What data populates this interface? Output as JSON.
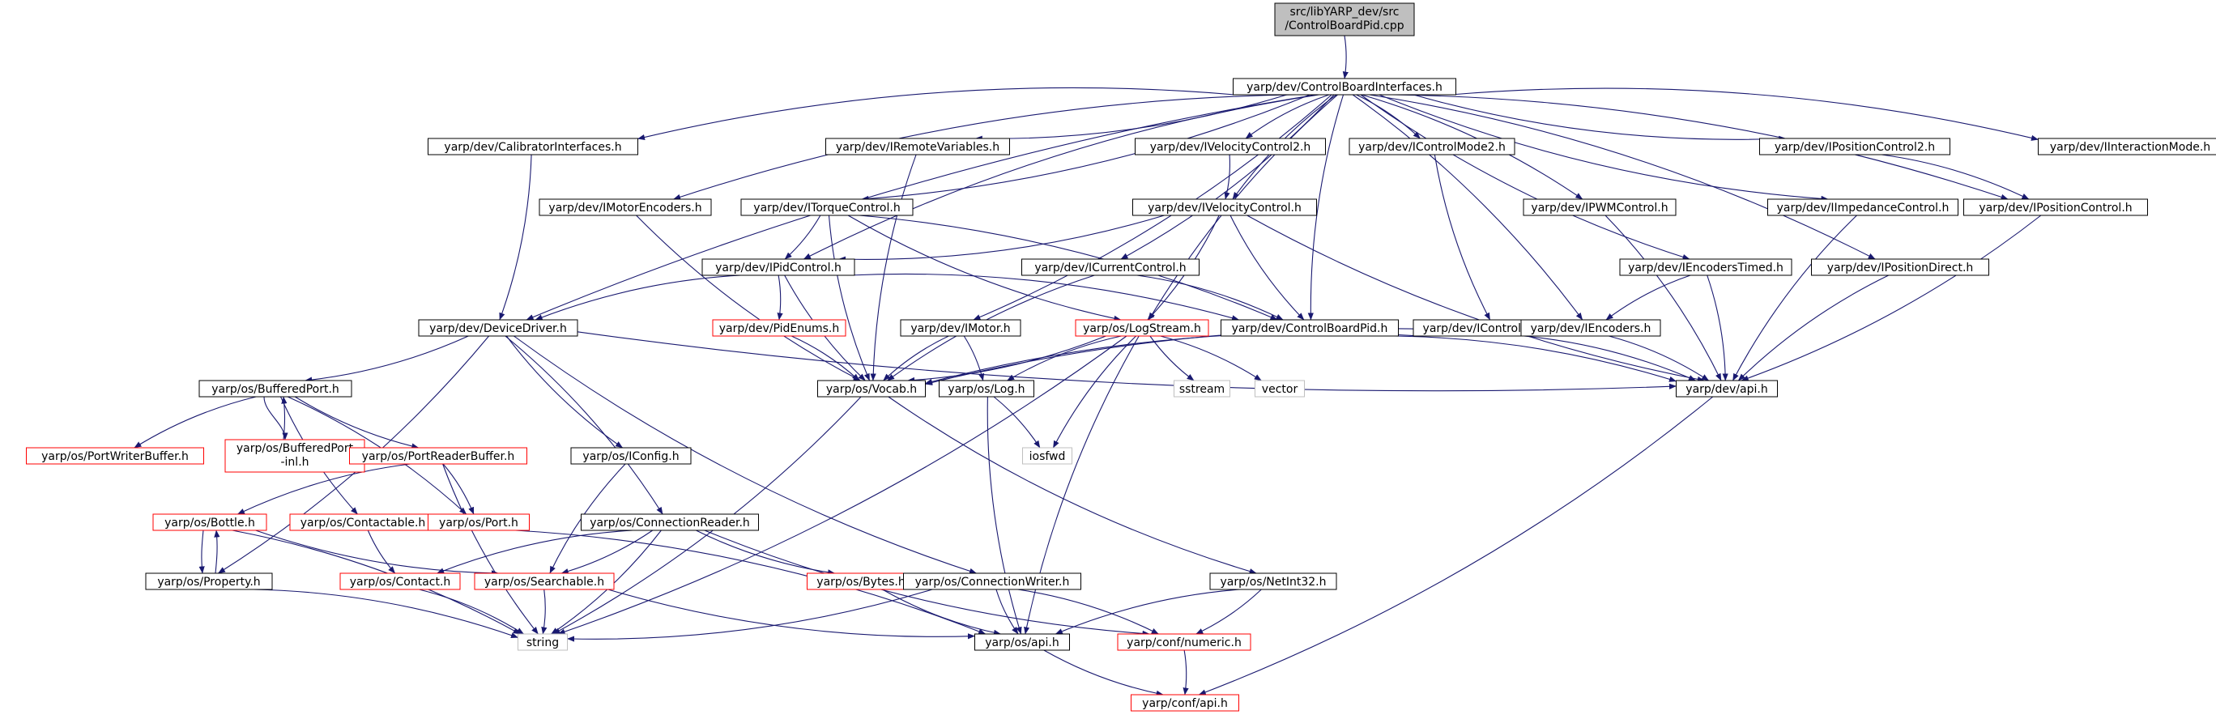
{
  "colors": {
    "edge": "#191970",
    "box_black": "#000000",
    "box_red": "#ff0000",
    "box_grey": "#bfbfbf",
    "root_fill": "#bfbfbf"
  },
  "nodes": [
    {
      "id": "root",
      "lines": [
        "src/libYARP_dev/src",
        "/ControlBoardPid.cpp"
      ],
      "style": "root"
    },
    {
      "id": "cbi",
      "lines": [
        "yarp/dev/ControlBoardInterfaces.h"
      ],
      "style": "black"
    },
    {
      "id": "calib",
      "lines": [
        "yarp/dev/CalibratorInterfaces.h"
      ],
      "style": "black"
    },
    {
      "id": "remvar",
      "lines": [
        "yarp/dev/IRemoteVariables.h"
      ],
      "style": "black"
    },
    {
      "id": "ivel2",
      "lines": [
        "yarp/dev/IVelocityControl2.h"
      ],
      "style": "black"
    },
    {
      "id": "icm2",
      "lines": [
        "yarp/dev/IControlMode2.h"
      ],
      "style": "black"
    },
    {
      "id": "ipos2",
      "lines": [
        "yarp/dev/IPositionControl2.h"
      ],
      "style": "black"
    },
    {
      "id": "iint",
      "lines": [
        "yarp/dev/IInteractionMode.h"
      ],
      "style": "black"
    },
    {
      "id": "imenc",
      "lines": [
        "yarp/dev/IMotorEncoders.h"
      ],
      "style": "black"
    },
    {
      "id": "itorque",
      "lines": [
        "yarp/dev/ITorqueControl.h"
      ],
      "style": "black"
    },
    {
      "id": "ivel",
      "lines": [
        "yarp/dev/IVelocityControl.h"
      ],
      "style": "black"
    },
    {
      "id": "ipwm",
      "lines": [
        "yarp/dev/IPWMControl.h"
      ],
      "style": "black"
    },
    {
      "id": "iimp",
      "lines": [
        "yarp/dev/IImpedanceControl.h"
      ],
      "style": "black"
    },
    {
      "id": "ipos",
      "lines": [
        "yarp/dev/IPositionControl.h"
      ],
      "style": "black"
    },
    {
      "id": "ipid",
      "lines": [
        "yarp/dev/IPidControl.h"
      ],
      "style": "black"
    },
    {
      "id": "icur",
      "lines": [
        "yarp/dev/ICurrentControl.h"
      ],
      "style": "black"
    },
    {
      "id": "ienct",
      "lines": [
        "yarp/dev/IEncodersTimed.h"
      ],
      "style": "black"
    },
    {
      "id": "iposd",
      "lines": [
        "yarp/dev/IPositionDirect.h"
      ],
      "style": "black"
    },
    {
      "id": "devdrv",
      "lines": [
        "yarp/dev/DeviceDriver.h"
      ],
      "style": "black"
    },
    {
      "id": "pidenum",
      "lines": [
        "yarp/dev/PidEnums.h"
      ],
      "style": "red"
    },
    {
      "id": "imotor",
      "lines": [
        "yarp/dev/IMotor.h"
      ],
      "style": "black"
    },
    {
      "id": "logstream",
      "lines": [
        "yarp/os/LogStream.h"
      ],
      "style": "red"
    },
    {
      "id": "cbpid",
      "lines": [
        "yarp/dev/ControlBoardPid.h"
      ],
      "style": "black"
    },
    {
      "id": "icm",
      "lines": [
        "yarp/dev/IControlMode.h"
      ],
      "style": "black"
    },
    {
      "id": "ienc",
      "lines": [
        "yarp/dev/IEncoders.h"
      ],
      "style": "black"
    },
    {
      "id": "bport",
      "lines": [
        "yarp/os/BufferedPort.h"
      ],
      "style": "black"
    },
    {
      "id": "vocab",
      "lines": [
        "yarp/os/Vocab.h"
      ],
      "style": "black"
    },
    {
      "id": "log",
      "lines": [
        "yarp/os/Log.h"
      ],
      "style": "black"
    },
    {
      "id": "sstream",
      "lines": [
        "sstream"
      ],
      "style": "grey"
    },
    {
      "id": "vector",
      "lines": [
        "vector"
      ],
      "style": "grey"
    },
    {
      "id": "devapi",
      "lines": [
        "yarp/dev/api.h"
      ],
      "style": "black"
    },
    {
      "id": "pwb",
      "lines": [
        "yarp/os/PortWriterBuffer.h"
      ],
      "style": "red"
    },
    {
      "id": "bpinl",
      "lines": [
        "yarp/os/BufferedPort",
        "-inl.h"
      ],
      "style": "red"
    },
    {
      "id": "prb",
      "lines": [
        "yarp/os/PortReaderBuffer.h"
      ],
      "style": "red"
    },
    {
      "id": "iconfig",
      "lines": [
        "yarp/os/IConfig.h"
      ],
      "style": "black"
    },
    {
      "id": "iosfwd",
      "lines": [
        "iosfwd"
      ],
      "style": "grey"
    },
    {
      "id": "bottle",
      "lines": [
        "yarp/os/Bottle.h"
      ],
      "style": "red"
    },
    {
      "id": "contactable",
      "lines": [
        "yarp/os/Contactable.h"
      ],
      "style": "red"
    },
    {
      "id": "port",
      "lines": [
        "yarp/os/Port.h"
      ],
      "style": "red"
    },
    {
      "id": "connreader",
      "lines": [
        "yarp/os/ConnectionReader.h"
      ],
      "style": "black"
    },
    {
      "id": "property",
      "lines": [
        "yarp/os/Property.h"
      ],
      "style": "black"
    },
    {
      "id": "contact",
      "lines": [
        "yarp/os/Contact.h"
      ],
      "style": "red"
    },
    {
      "id": "searchable",
      "lines": [
        "yarp/os/Searchable.h"
      ],
      "style": "red"
    },
    {
      "id": "bytes",
      "lines": [
        "yarp/os/Bytes.h"
      ],
      "style": "red"
    },
    {
      "id": "connwriter",
      "lines": [
        "yarp/os/ConnectionWriter.h"
      ],
      "style": "black"
    },
    {
      "id": "netint32",
      "lines": [
        "yarp/os/NetInt32.h"
      ],
      "style": "black"
    },
    {
      "id": "string",
      "lines": [
        "string"
      ],
      "style": "grey"
    },
    {
      "id": "osapi",
      "lines": [
        "yarp/os/api.h"
      ],
      "style": "black"
    },
    {
      "id": "numeric",
      "lines": [
        "yarp/conf/numeric.h"
      ],
      "style": "red"
    },
    {
      "id": "confapi",
      "lines": [
        "yarp/conf/api.h"
      ],
      "style": "red"
    }
  ],
  "edges": [
    [
      "root",
      "cbi"
    ],
    [
      "cbi",
      "calib"
    ],
    [
      "cbi",
      "remvar"
    ],
    [
      "cbi",
      "ivel2"
    ],
    [
      "cbi",
      "icm2"
    ],
    [
      "cbi",
      "ipos2"
    ],
    [
      "cbi",
      "iint"
    ],
    [
      "cbi",
      "imenc"
    ],
    [
      "cbi",
      "itorque"
    ],
    [
      "cbi",
      "ivel"
    ],
    [
      "cbi",
      "ipwm"
    ],
    [
      "cbi",
      "iimp"
    ],
    [
      "cbi",
      "ipos"
    ],
    [
      "cbi",
      "ipid"
    ],
    [
      "cbi",
      "icur"
    ],
    [
      "cbi",
      "ienct"
    ],
    [
      "cbi",
      "iposd"
    ],
    [
      "cbi",
      "devdrv"
    ],
    [
      "cbi",
      "imotor"
    ],
    [
      "cbi",
      "cbpid"
    ],
    [
      "cbi",
      "ienc"
    ],
    [
      "cbi",
      "logstream"
    ],
    [
      "calib",
      "devdrv"
    ],
    [
      "remvar",
      "vocab"
    ],
    [
      "ivel2",
      "ivel"
    ],
    [
      "icm2",
      "icm"
    ],
    [
      "ipos2",
      "ipos"
    ],
    [
      "imenc",
      "vocab"
    ],
    [
      "itorque",
      "ipid"
    ],
    [
      "itorque",
      "vocab"
    ],
    [
      "itorque",
      "cbpid"
    ],
    [
      "itorque",
      "logstream"
    ],
    [
      "ivel",
      "ipid"
    ],
    [
      "ivel",
      "cbpid"
    ],
    [
      "ivel",
      "logstream"
    ],
    [
      "ivel",
      "devapi"
    ],
    [
      "ipwm",
      "devapi"
    ],
    [
      "iimp",
      "devapi"
    ],
    [
      "ipos",
      "devapi"
    ],
    [
      "ipid",
      "devdrv"
    ],
    [
      "ipid",
      "pidenum"
    ],
    [
      "ipid",
      "vocab"
    ],
    [
      "ipid",
      "cbpid"
    ],
    [
      "icur",
      "vocab"
    ],
    [
      "icur",
      "cbpid"
    ],
    [
      "ienct",
      "ienc"
    ],
    [
      "ienct",
      "devapi"
    ],
    [
      "iposd",
      "devapi"
    ],
    [
      "devdrv",
      "bport"
    ],
    [
      "devdrv",
      "iconfig"
    ],
    [
      "devdrv",
      "connreader"
    ],
    [
      "devdrv",
      "connwriter"
    ],
    [
      "devdrv",
      "property"
    ],
    [
      "devdrv",
      "devapi"
    ],
    [
      "pidenum",
      "vocab"
    ],
    [
      "imotor",
      "vocab"
    ],
    [
      "imotor",
      "log"
    ],
    [
      "logstream",
      "log"
    ],
    [
      "logstream",
      "vocab"
    ],
    [
      "logstream",
      "sstream"
    ],
    [
      "logstream",
      "vector"
    ],
    [
      "logstream",
      "iosfwd"
    ],
    [
      "logstream",
      "string"
    ],
    [
      "logstream",
      "osapi"
    ],
    [
      "cbpid",
      "devapi"
    ],
    [
      "icm",
      "vocab"
    ],
    [
      "icm",
      "devapi"
    ],
    [
      "ienc",
      "vocab"
    ],
    [
      "ienc",
      "devapi"
    ],
    [
      "bport",
      "pwb"
    ],
    [
      "bport",
      "bpinl"
    ],
    [
      "bport",
      "prb"
    ],
    [
      "bport",
      "port"
    ],
    [
      "bport",
      "contactable"
    ],
    [
      "bpinl",
      "bport"
    ],
    [
      "prb",
      "bottle"
    ],
    [
      "prb",
      "port"
    ],
    [
      "prb",
      "string"
    ],
    [
      "vocab",
      "string"
    ],
    [
      "vocab",
      "netint32"
    ],
    [
      "log",
      "iosfwd"
    ],
    [
      "log",
      "osapi"
    ],
    [
      "devapi",
      "confapi"
    ],
    [
      "iconfig",
      "searchable"
    ],
    [
      "bottle",
      "property"
    ],
    [
      "bottle",
      "searchable"
    ],
    [
      "bottle",
      "string"
    ],
    [
      "property",
      "bottle"
    ],
    [
      "property",
      "string"
    ],
    [
      "contactable",
      "contact"
    ],
    [
      "port",
      "osapi"
    ],
    [
      "connreader",
      "contact"
    ],
    [
      "connreader",
      "searchable"
    ],
    [
      "connreader",
      "bytes"
    ],
    [
      "connreader",
      "string"
    ],
    [
      "connreader",
      "numeric"
    ],
    [
      "contact",
      "string"
    ],
    [
      "searchable",
      "osapi"
    ],
    [
      "searchable",
      "string"
    ],
    [
      "bytes",
      "osapi"
    ],
    [
      "connwriter",
      "string"
    ],
    [
      "connwriter",
      "osapi"
    ],
    [
      "connwriter",
      "numeric"
    ],
    [
      "netint32",
      "osapi"
    ],
    [
      "netint32",
      "numeric"
    ],
    [
      "osapi",
      "confapi"
    ],
    [
      "numeric",
      "confapi"
    ]
  ]
}
